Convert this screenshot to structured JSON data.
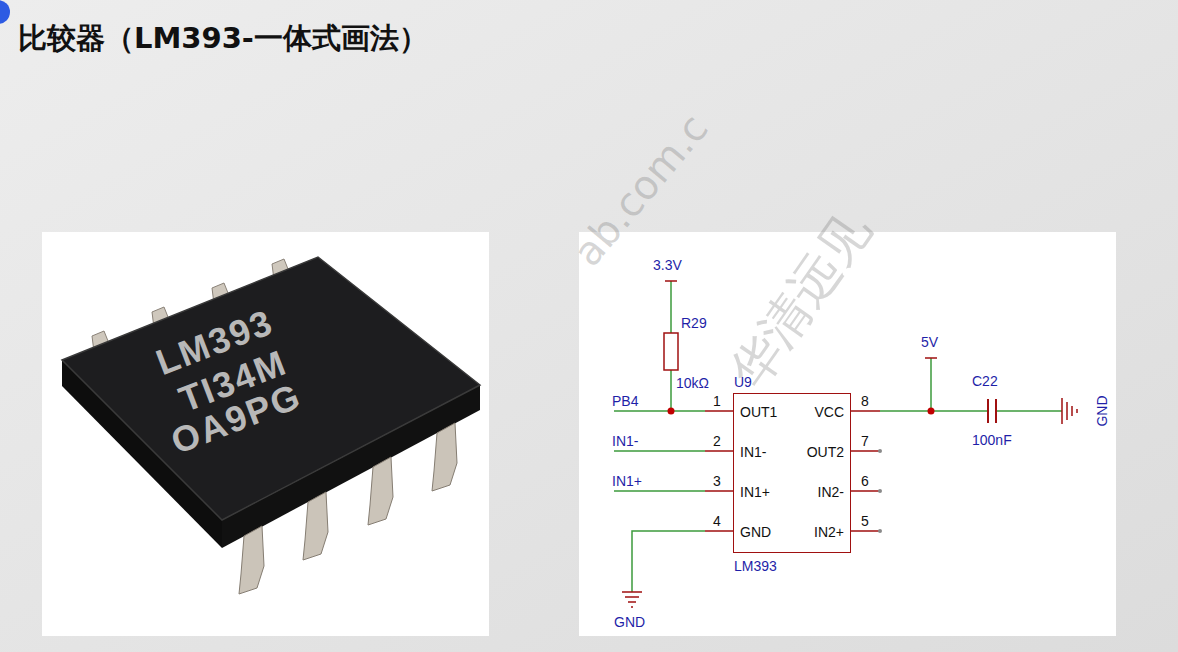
{
  "diagram": {
    "title": "比较器（LM393-一体式画法）",
    "nodes": [
      {
        "text": [
          "U9",
          "OUT1",
          "VCC",
          "IN1-",
          "OUT2",
          "IN1+",
          "IN2-",
          "GND",
          "IN2+",
          "LM393"
        ]
      }
    ],
    "labels": [
      "ab.com.c",
      "华清远见",
      "LM393",
      "TI34M",
      "OA9PG",
      "3.3V",
      "R29",
      "10kΩ",
      "PB4",
      "1",
      "IN1-",
      "2",
      "IN1+",
      "3",
      "4",
      "GND",
      "8",
      "7",
      "6",
      "5",
      "5V",
      "C22",
      "100nF",
      "GND"
    ]
  }
}
